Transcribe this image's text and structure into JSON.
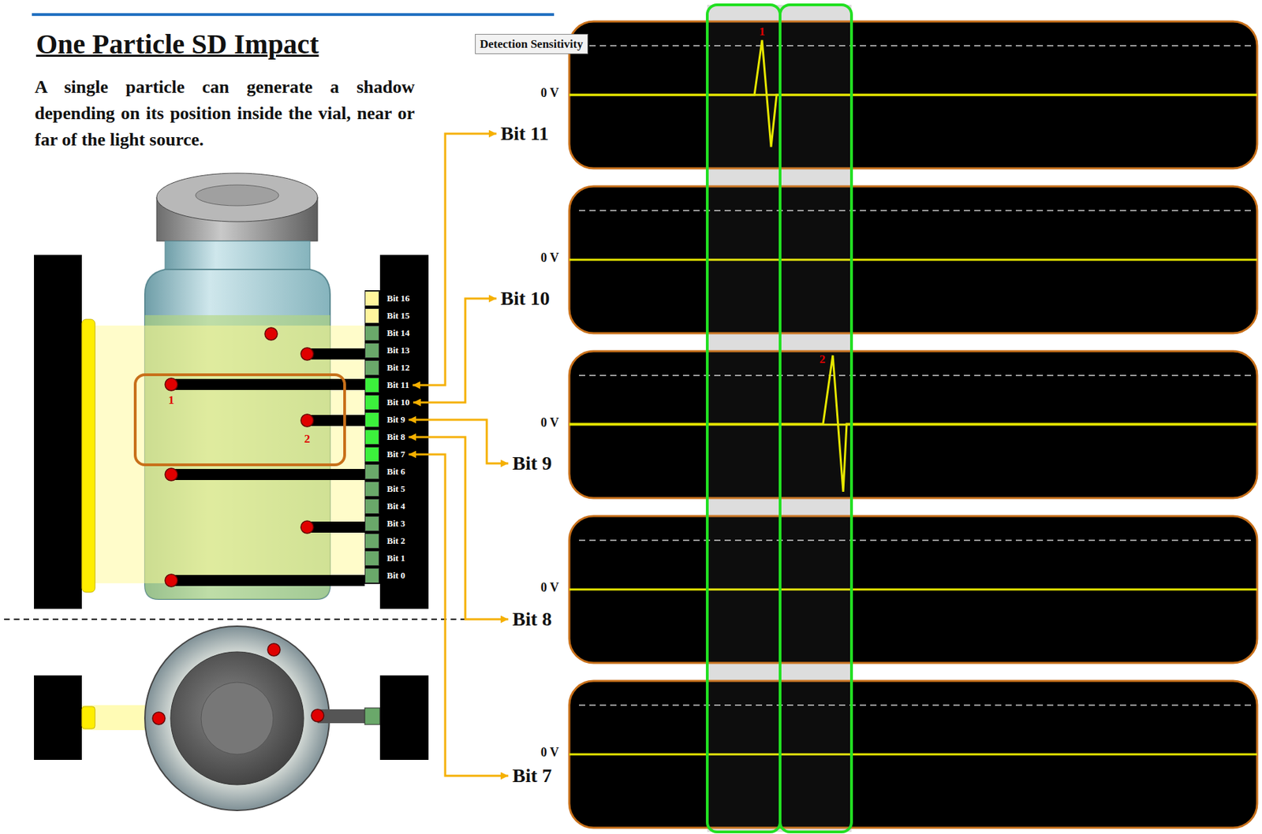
{
  "diagram": {
    "title": "One Particle SD Impact",
    "nodes": [
      {
        "text": [
          "Detection Sensitivity"
        ]
      },
      {
        "text": [
          "Bit 16"
        ]
      },
      {
        "text": [
          "Bit 15"
        ]
      },
      {
        "text": [
          "Bit 14"
        ]
      },
      {
        "text": [
          "Bit 13"
        ]
      },
      {
        "text": [
          "Bit 12"
        ]
      },
      {
        "text": [
          "Bit 11"
        ]
      },
      {
        "text": [
          "Bit 10"
        ]
      },
      {
        "text": [
          "Bit 9"
        ]
      },
      {
        "text": [
          "Bit 8"
        ]
      },
      {
        "text": [
          "Bit 7"
        ]
      },
      {
        "text": [
          "Bit 6"
        ]
      },
      {
        "text": [
          "Bit 5"
        ]
      },
      {
        "text": [
          "Bit 4"
        ]
      },
      {
        "text": [
          "Bit 3"
        ]
      },
      {
        "text": [
          "Bit 2"
        ]
      },
      {
        "text": [
          "Bit 1"
        ]
      },
      {
        "text": [
          "Bit 0"
        ]
      },
      {
        "text": [
          "0 V",
          "Bit 11"
        ]
      },
      {
        "text": [
          "0 V",
          "Bit 10"
        ]
      },
      {
        "text": [
          "0 V",
          "Bit 9"
        ]
      },
      {
        "text": [
          "0 V",
          "Bit 8"
        ]
      },
      {
        "text": [
          "0 V",
          "Bit 7"
        ]
      }
    ],
    "edges": [
      {
        "from": 6,
        "to": 18,
        "arrow": "both"
      },
      {
        "from": 7,
        "to": 19,
        "arrow": "both"
      },
      {
        "from": 8,
        "to": 20,
        "arrow": "both"
      },
      {
        "from": 9,
        "to": 21,
        "arrow": "both"
      },
      {
        "from": 10,
        "to": 22,
        "arrow": "both"
      }
    ],
    "labels": [
      "A single particle can generate a shadow depending on its position inside the vial, near or far of the light source.",
      "1",
      "2",
      "1",
      "2"
    ]
  }
}
